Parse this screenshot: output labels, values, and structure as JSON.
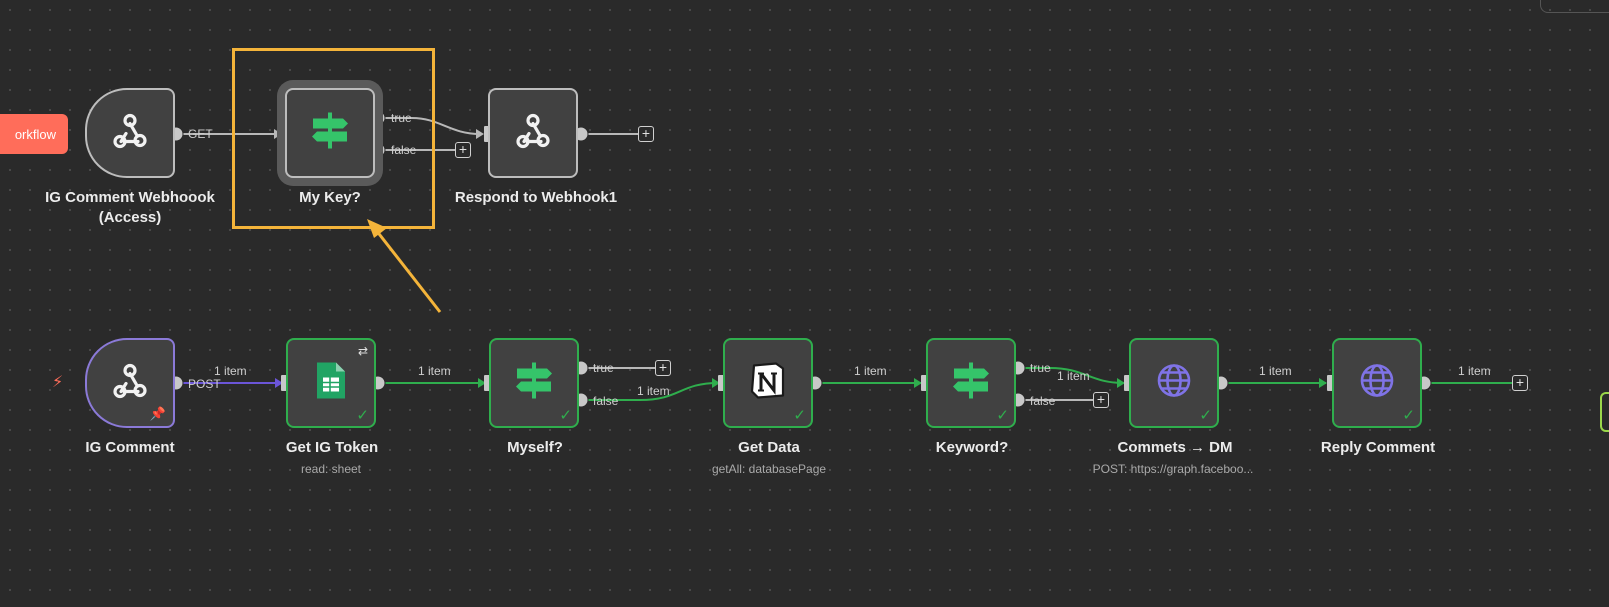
{
  "canvas": {
    "execute_button": "orkflow",
    "nodes": {
      "ig_webhook": {
        "name_line1": "IG Comment Webhoook",
        "name_line2": "(Access)",
        "icon": "webhook-icon"
      },
      "my_key": {
        "name": "My Key?",
        "icon": "if-signpost-icon"
      },
      "respond": {
        "name": "Respond to Webhook1",
        "icon": "webhook-icon"
      },
      "ig_comment": {
        "name": "IG Comment",
        "icon": "webhook-icon",
        "status": "pinned"
      },
      "get_ig_token": {
        "name": "Get IG Token",
        "subtitle": "read: sheet",
        "icon": "google-sheets-icon",
        "status": "success"
      },
      "myself": {
        "name": "Myself?",
        "icon": "if-signpost-icon",
        "status": "success"
      },
      "get_data": {
        "name": "Get Data",
        "subtitle": "getAll: databasePage",
        "icon": "notion-icon",
        "status": "success"
      },
      "keyword": {
        "name": "Keyword?",
        "icon": "if-signpost-icon",
        "status": "success"
      },
      "commets_dm": {
        "name": "Commets → DM",
        "subtitle": "POST: https://graph.faceboo...",
        "icon": "globe-icon",
        "status": "success"
      },
      "reply_comment": {
        "name": "Reply Comment",
        "icon": "globe-icon",
        "status": "success"
      }
    },
    "connection_labels": {
      "get": "GET",
      "post": "POST",
      "true": "true",
      "false": "false",
      "items": "1 item"
    },
    "plus": "+",
    "check": "✓",
    "colors": {
      "background": "#2a2a2a",
      "node": "#414141",
      "success": "#2fae4d",
      "pinned": "#8b7ad8",
      "highlight": "#f4b43a",
      "execute": "#ff6d5a",
      "if_icon": "#35c46a",
      "globe_icon": "#7f73e6"
    }
  }
}
